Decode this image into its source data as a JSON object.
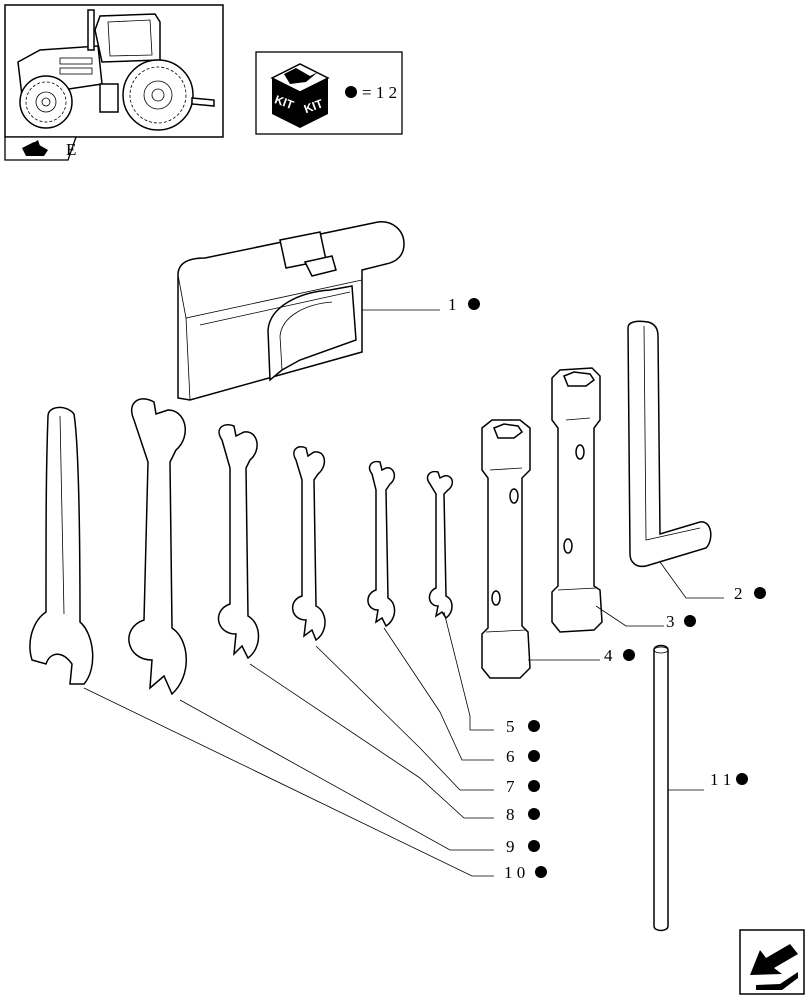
{
  "kit_legend": {
    "text": "= 1 2",
    "box_text_left": "KIT",
    "box_text_right": "KIT"
  },
  "thumbnail_code": "E",
  "callouts": [
    {
      "id": "1",
      "label": "1",
      "marker": "filled-dot"
    },
    {
      "id": "2",
      "label": "2",
      "marker": "filled-dot"
    },
    {
      "id": "3",
      "label": "3",
      "marker": "filled-dot"
    },
    {
      "id": "4",
      "label": "4",
      "marker": "filled-dot"
    },
    {
      "id": "5",
      "label": "5",
      "marker": "filled-dot"
    },
    {
      "id": "6",
      "label": "6",
      "marker": "filled-dot"
    },
    {
      "id": "7",
      "label": "7",
      "marker": "filled-dot"
    },
    {
      "id": "8",
      "label": "8",
      "marker": "filled-dot"
    },
    {
      "id": "9",
      "label": "9",
      "marker": "filled-dot"
    },
    {
      "id": "10",
      "label": "1 0",
      "marker": "filled-dot"
    },
    {
      "id": "11",
      "label": "1 1",
      "marker": "filled-dot"
    }
  ],
  "nav": {
    "icon": "arrow-back-icon"
  }
}
